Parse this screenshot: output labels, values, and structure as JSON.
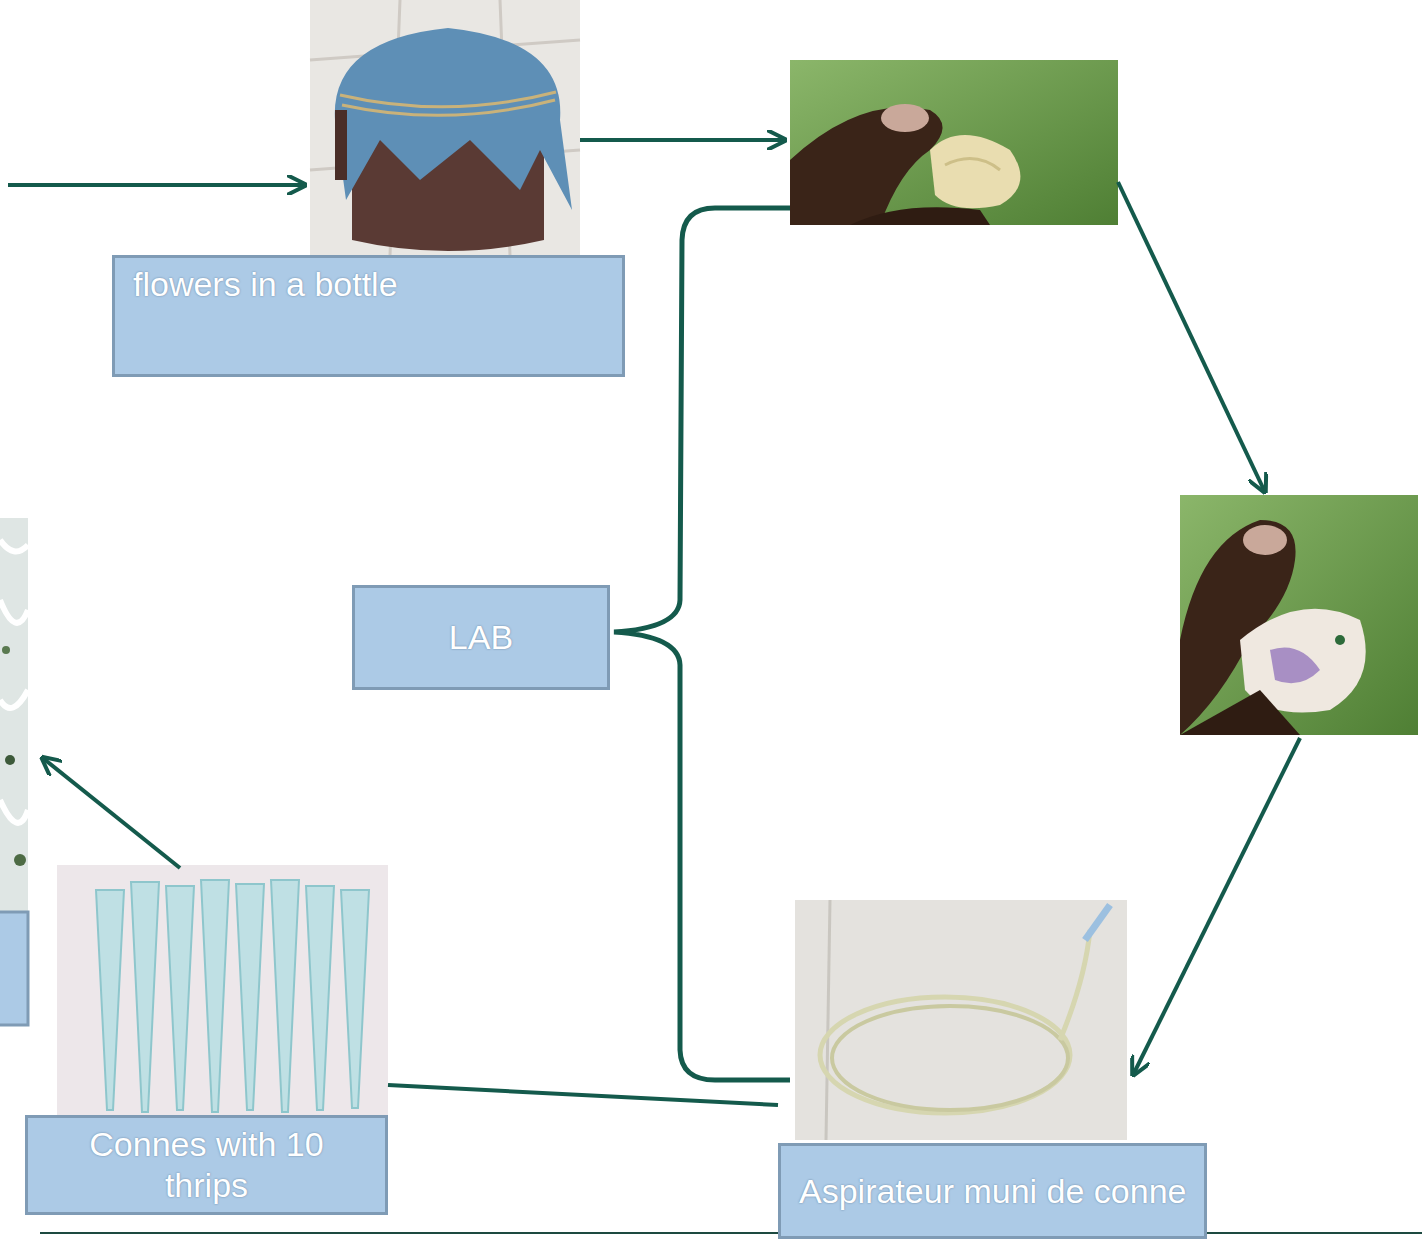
{
  "diagram": {
    "nodes": [
      {
        "text": [
          "flowers in a bottle"
        ]
      },
      {
        "text": [
          "LAB"
        ]
      },
      {
        "text": [
          "Connes with 10 thrips"
        ]
      },
      {
        "text": [
          "Aspirateur muni de conne"
        ]
      }
    ],
    "edges": [
      {
        "from": 3,
        "to": 2,
        "arrow": "none"
      }
    ]
  }
}
